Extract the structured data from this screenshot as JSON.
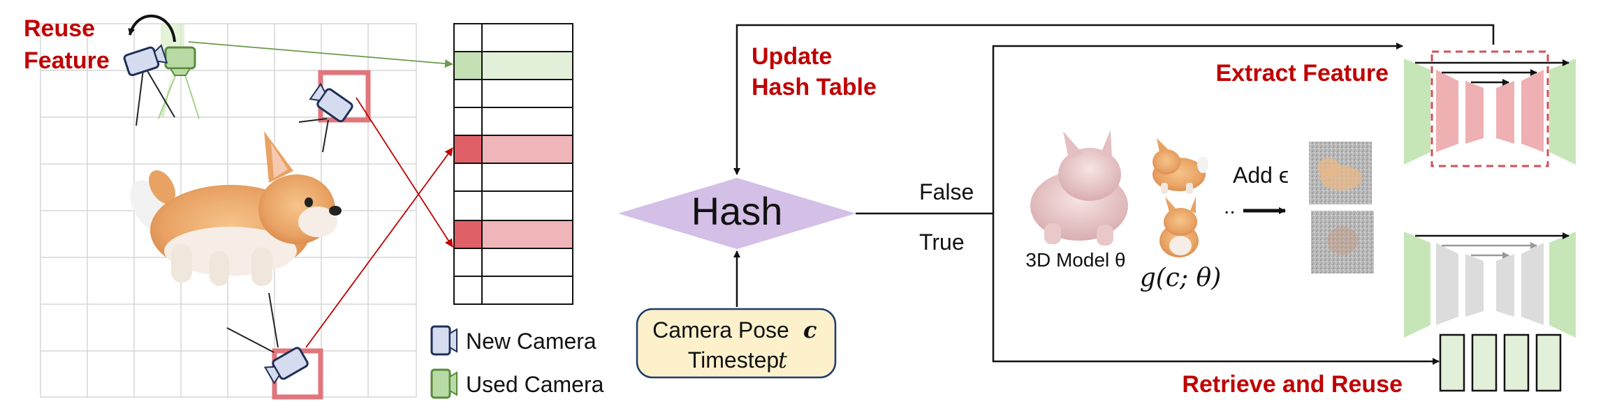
{
  "labels": {
    "reuse_feature_line1": "Reuse",
    "reuse_feature_line2": "Feature",
    "update_hash_line1": "Update",
    "update_hash_line2": "Hash Table",
    "extract_feature": "Extract Feature",
    "retrieve_and_reuse": "Retrieve and Reuse",
    "hash": "Hash",
    "false": "False",
    "true": "True",
    "camera_pose": "Camera Pose",
    "camera_pose_symbol": "c",
    "timestep": "Timestep",
    "timestep_symbol": "t",
    "model_3d": "3D Model θ",
    "render_fn": "g(c; θ)",
    "add_noise": "Add ϵ",
    "legend_new_camera": "New Camera",
    "legend_used_camera": "Used Camera"
  },
  "colors": {
    "red_accent": "#c00000",
    "hash_fill": "#d4bfe6",
    "pose_box_fill": "#fdf1cc",
    "pose_box_stroke": "#1f3b6b",
    "new_camera": "#d6dcf0",
    "used_camera": "#b8dba6",
    "table_used": "#e2f0d9",
    "table_used_dark": "#c5e0b4",
    "table_hit": "#f0b5b8",
    "table_hit_dark": "#e06068",
    "unet_green": "#c7e6b8",
    "unet_red": "#eeb0b2",
    "unet_gray": "#dcdcdc"
  }
}
